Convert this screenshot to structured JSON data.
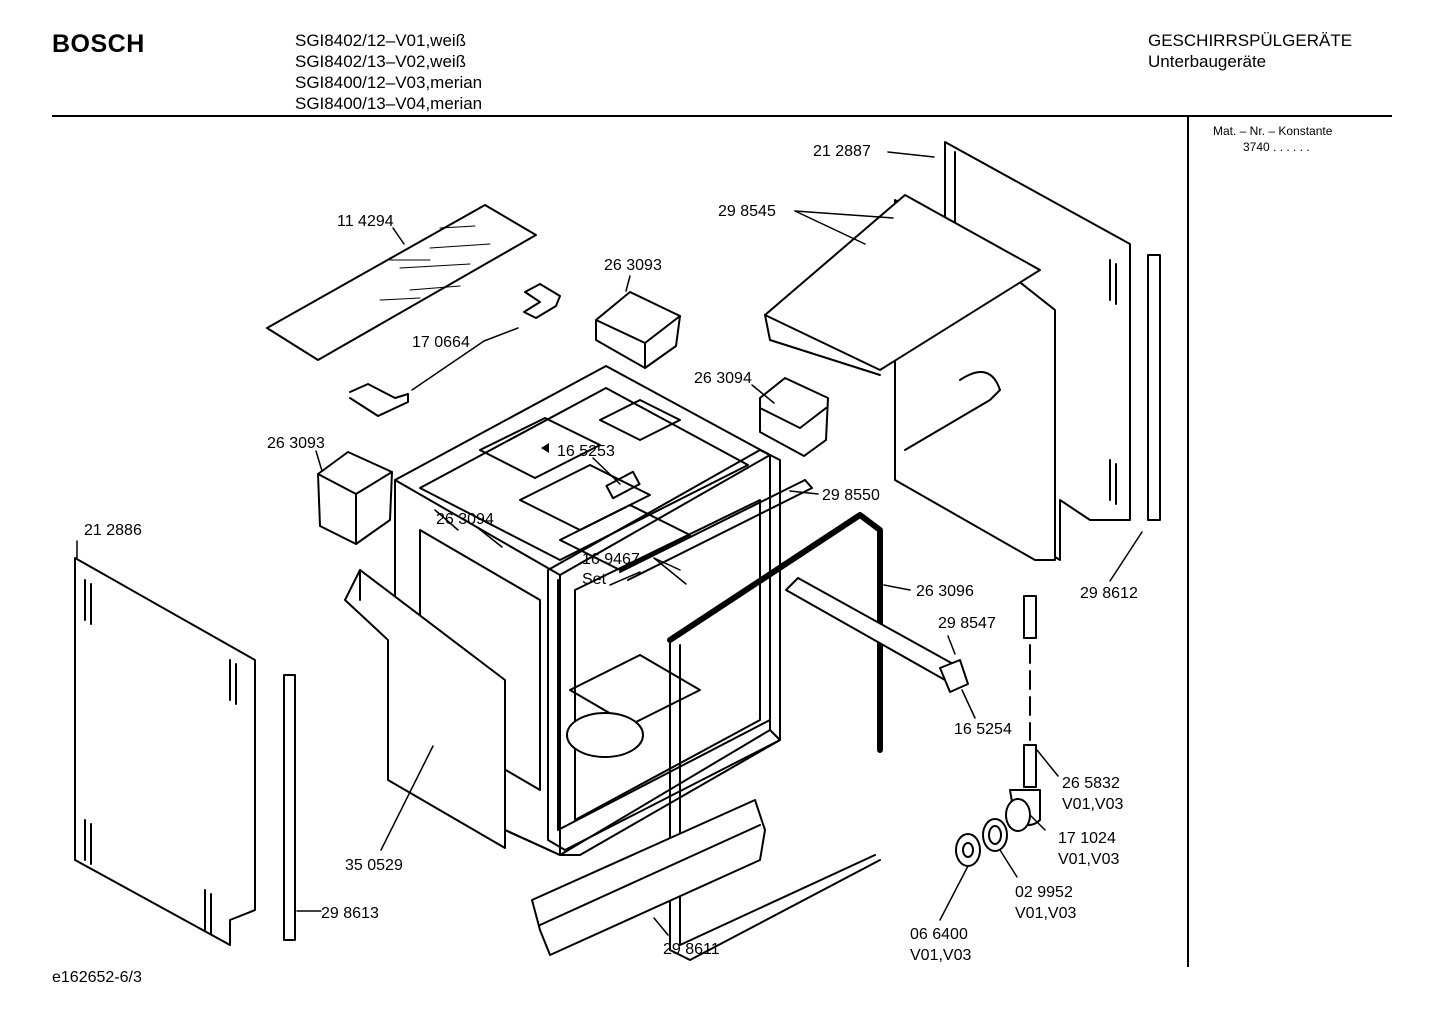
{
  "header": {
    "brand": "BOSCH",
    "models": [
      "SGI8402/12–V01,weiß",
      "SGI8402/13–V02,weiß",
      "SGI8400/12–V03,merian",
      "SGI8400/13–V04,merian"
    ],
    "category": "GESCHIRRSPÜLGERÄTE",
    "subcategory": "Unterbaugeräte"
  },
  "side_panel": {
    "label": "Mat. – Nr. – Konstante",
    "value": "3740  .  .  .  .  .  ."
  },
  "doc_id": "e162652-6/3",
  "parts": [
    {
      "id": "p-212887",
      "lines": [
        "21 2887"
      ]
    },
    {
      "id": "p-298545",
      "lines": [
        "29 8545"
      ]
    },
    {
      "id": "p-114294",
      "lines": [
        "11 4294"
      ]
    },
    {
      "id": "p-263093a",
      "lines": [
        "26 3093"
      ]
    },
    {
      "id": "p-170664",
      "lines": [
        "17 0664"
      ]
    },
    {
      "id": "p-263094a",
      "lines": [
        "26 3094"
      ]
    },
    {
      "id": "p-263093b",
      "lines": [
        "26 3093"
      ]
    },
    {
      "id": "p-165253",
      "lines": [
        "16 5253"
      ]
    },
    {
      "id": "p-298550",
      "lines": [
        "29 8550"
      ]
    },
    {
      "id": "p-263094b",
      "lines": [
        "26 3094"
      ]
    },
    {
      "id": "p-212886",
      "lines": [
        "21 2886"
      ]
    },
    {
      "id": "p-169467",
      "lines": [
        "16 9467",
        "Set"
      ]
    },
    {
      "id": "p-263096",
      "lines": [
        "26 3096"
      ]
    },
    {
      "id": "p-298612",
      "lines": [
        "29 8612"
      ]
    },
    {
      "id": "p-298547",
      "lines": [
        "29 8547"
      ]
    },
    {
      "id": "p-165254",
      "lines": [
        "16 5254"
      ]
    },
    {
      "id": "p-265832",
      "lines": [
        "26 5832",
        "V01,V03"
      ]
    },
    {
      "id": "p-171024",
      "lines": [
        "17 1024",
        "V01,V03"
      ]
    },
    {
      "id": "p-350529",
      "lines": [
        "35 0529"
      ]
    },
    {
      "id": "p-298613",
      "lines": [
        "29 8613"
      ]
    },
    {
      "id": "p-029952",
      "lines": [
        "02 9952",
        "V01,V03"
      ]
    },
    {
      "id": "p-066400",
      "lines": [
        "06 6400",
        "V01,V03"
      ]
    },
    {
      "id": "p-298611",
      "lines": [
        "29 8611"
      ]
    }
  ]
}
